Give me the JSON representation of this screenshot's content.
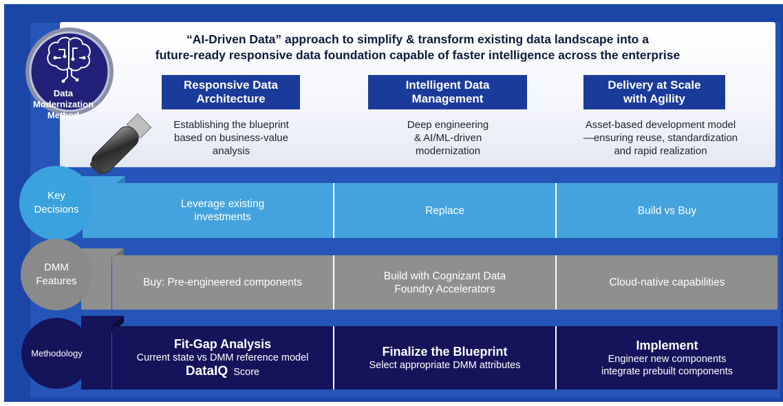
{
  "headline": {
    "line1": "“AI-Driven Data” approach to simplify & transform existing data landscape into a",
    "line2": "future-ready responsive data foundation capable of faster intelligence across the enterprise"
  },
  "lens": {
    "line1": "Data Modernization",
    "line2": "Method"
  },
  "pillars": [
    {
      "title1": "Responsive Data",
      "title2": "Architecture",
      "desc": [
        "Establishing the blueprint",
        "based on business-value",
        "analysis"
      ]
    },
    {
      "title1": "Intelligent Data",
      "title2": "Management",
      "desc": [
        "Deep engineering",
        "& AI/ML-driven",
        "modernization"
      ]
    },
    {
      "title1": "Delivery at Scale",
      "title2": "with Agility",
      "desc": [
        "Asset-based development model",
        "—ensuring reuse, standardization",
        "and rapid realization"
      ]
    }
  ],
  "rows": {
    "key_decisions": {
      "label1": "Key",
      "label2": "Decisions",
      "cells": [
        [
          "Leverage existing",
          "investments"
        ],
        [
          "Replace"
        ],
        [
          "Build vs Buy"
        ]
      ]
    },
    "dmm_features": {
      "label1": "DMM",
      "label2": "Features",
      "cells": [
        [
          "Buy: Pre-engineered components"
        ],
        [
          "Build with Cognizant Data",
          "Foundry Accelerators"
        ],
        [
          "Cloud-native capabilities"
        ]
      ]
    },
    "methodology": {
      "label": "Methodology",
      "cells": [
        {
          "title": "Fit-Gap Analysis",
          "sub": [
            "Current state vs DMM reference model"
          ],
          "brand": "DataIQ",
          "brand_suffix": "Score"
        },
        {
          "title": "Finalize the Blueprint",
          "sub": [
            "Select appropriate DMM attributes"
          ]
        },
        {
          "title": "Implement",
          "sub": [
            "Engineer new components",
            "integrate prebuilt components"
          ]
        }
      ]
    }
  },
  "colors": {
    "frame": "#1b46a8",
    "key_decisions": "#44a3dd",
    "dmm_features": "#8f8f8f",
    "methodology": "#15135a",
    "pillar": "#1b3b9b"
  },
  "icons": {
    "magnifier": "magnifier-icon",
    "brain": "brain-circuit-icon"
  }
}
